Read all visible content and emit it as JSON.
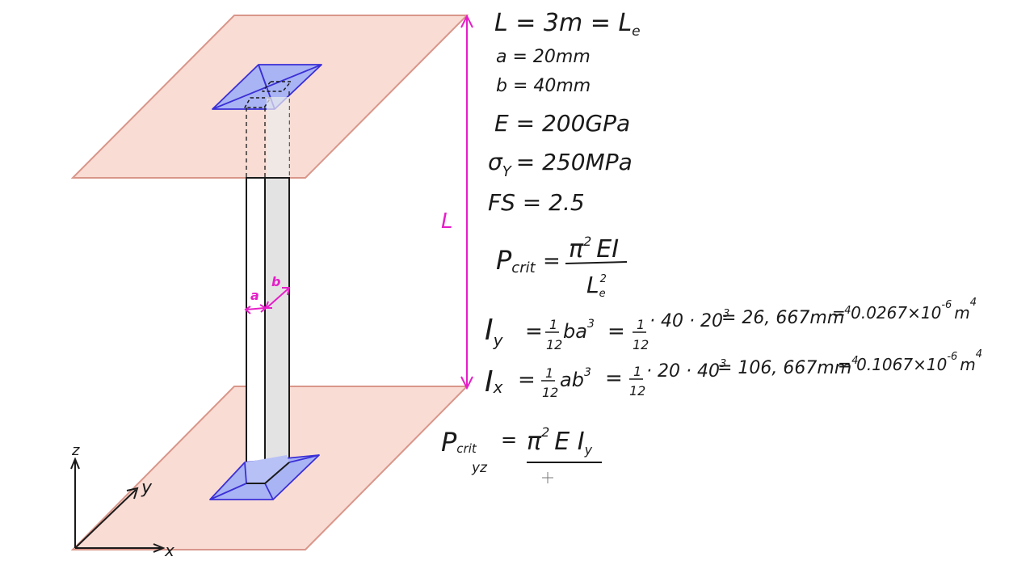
{
  "colors": {
    "plate_fill": "#f9dcd4",
    "plate_stroke": "#d9968a",
    "bracket_fill": "#a9b4f4",
    "bracket_stroke": "#3b2fd6",
    "column_shade": "#e3e3e3",
    "annotation": "#e61ec8",
    "ink": "#1a1a1a"
  },
  "diagram": {
    "dim_label_L": "L",
    "dim_label_a": "a",
    "dim_label_b": "b",
    "axes": {
      "z": "z",
      "y": "y",
      "x": "x"
    }
  },
  "givens": {
    "L_eq": "L = 3m  = L",
    "L_eq_sub": "e",
    "a_eq": "a = 20mm",
    "b_eq": "b = 40mm",
    "E_eq": "E = 200GPa",
    "sigma_sym": "σ",
    "sigma_sub": "Y",
    "sigma_rest": "= 250MPa",
    "FS_eq": "FS = 2.5"
  },
  "formula": {
    "p_sym": "P",
    "p_sub": "crit",
    "eq": "=",
    "numerator": "π",
    "num_sup": "2",
    "num_rest": "EI",
    "den": "L",
    "den_sub": "e",
    "den_sup": "2"
  },
  "Iy": {
    "sym": "I",
    "sub": "y",
    "eq1": "=",
    "frac_num": "1",
    "frac_den": "12",
    "expr": "ba",
    "sup": "3",
    "eq2": "=",
    "frac2_num": "1",
    "frac2_den": "12",
    "calc": "· 40 · 20",
    "calc_sup": "3",
    "result": "= 26, 667mm",
    "result_sup": "4",
    "si": "= 0.0267×10",
    "si_sup": "-6",
    "si_unit": "m",
    "si_unit_sup": "4"
  },
  "Ix": {
    "sym": "I",
    "sub": "x",
    "eq1": "=",
    "frac_num": "1",
    "frac_den": "12",
    "expr": "ab",
    "sup": "3",
    "eq2": "=",
    "frac2_num": "1",
    "frac2_den": "12",
    "calc": "· 20 · 40",
    "calc_sup": "3",
    "result": "= 106, 667mm",
    "result_sup": "4",
    "si": "= 0.1067×10",
    "si_sup": "-6",
    "si_unit": "m",
    "si_unit_sup": "4"
  },
  "pcrit_yz": {
    "sym": "P",
    "sub": "crit",
    "sub2": "yz",
    "eq": "=",
    "numerator": "π",
    "num_sup": "2",
    "num_rest": "E I",
    "num_sub": "y"
  }
}
